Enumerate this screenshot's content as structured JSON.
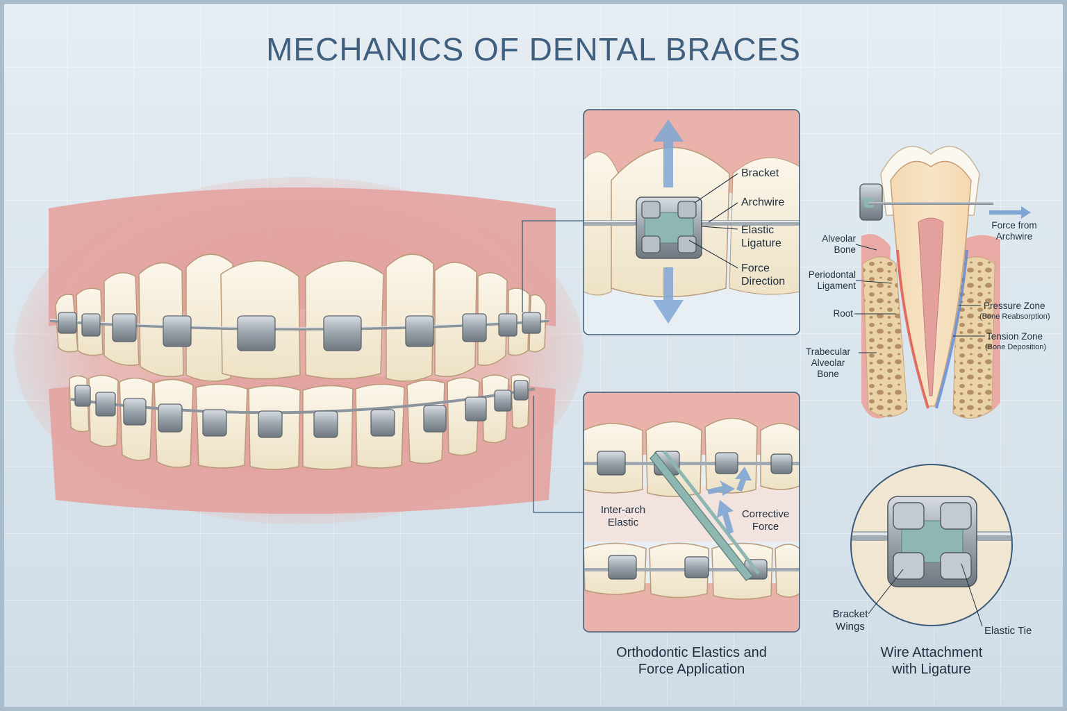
{
  "title": "MECHANICS OF DENTAL BRACES",
  "bracket_closeup": {
    "labels": {
      "bracket": "Bracket",
      "archwire": "Archwire",
      "elastic_ligature_1": "Elastic",
      "elastic_ligature_2": "Ligature",
      "force_direction_1": "Force",
      "force_direction_2": "Direction"
    }
  },
  "tooth_cross_section": {
    "labels": {
      "alveolar_bone_1": "Alveolar",
      "alveolar_bone_2": "Bone",
      "periodontal_1": "Periodontal",
      "periodontal_2": "Ligament",
      "root": "Root",
      "trabecular_1": "Trabecular",
      "trabecular_2": "Alveolar",
      "trabecular_3": "Bone",
      "force_archwire_1": "Force from",
      "force_archwire_2": "Archwire",
      "pressure_zone": "Pressure Zone",
      "pressure_note": "(Bone Reabsorption)",
      "tension_zone": "Tension Zone",
      "tension_note": "(Bone Deposition)"
    }
  },
  "elastics_panel": {
    "labels": {
      "inter_arch_1": "Inter-arch",
      "inter_arch_2": "Elastic",
      "corrective_1": "Corrective",
      "corrective_2": "Force"
    },
    "caption_1": "Orthodontic Elastics and",
    "caption_2": "Force Application"
  },
  "wire_attachment": {
    "labels": {
      "bracket_wings_1": "Bracket",
      "bracket_wings_2": "Wings",
      "elastic_tie": "Elastic Tie"
    },
    "caption_1": "Wire Attachment",
    "caption_2": "with Ligature"
  },
  "colors": {
    "title": "#3f5f7e",
    "gum": "#e3a3a0",
    "tooth": "#f6efdc",
    "metal": "#9aa3ab",
    "elastic": "#8fb7b1",
    "arrow": "#7fa6d3",
    "pressure": "#5b86d6",
    "tension": "#e2574f"
  }
}
